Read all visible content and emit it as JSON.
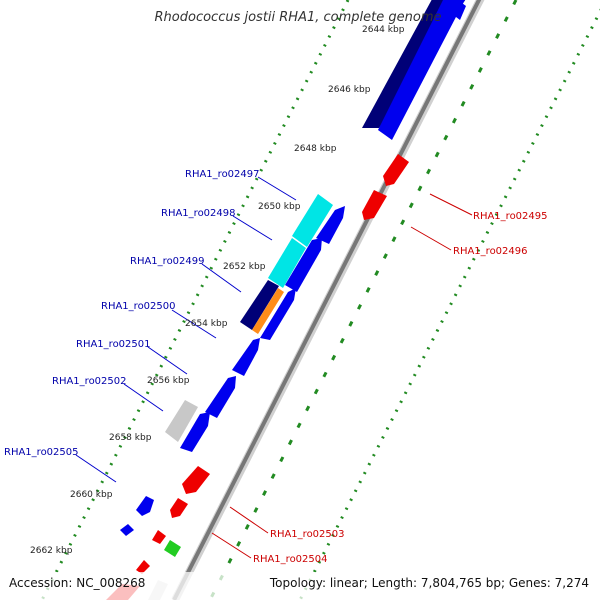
{
  "title": "Rhodococcus jostii RHA1, complete genome",
  "footer": {
    "accession": "Accession: NC_008268",
    "topology": "Topology: linear; Length: 7,804,765 bp; Genes: 7,274"
  },
  "scale_labels": [
    "2644 kbp",
    "2646 kbp",
    "2648 kbp",
    "2650 kbp",
    "2652 kbp",
    "2654 kbp",
    "2656 kbp",
    "2658 kbp",
    "2660 kbp",
    "2662 kbp"
  ],
  "genes_left": [
    {
      "label": "RHA1_ro02497",
      "color": "#0000aa"
    },
    {
      "label": "RHA1_ro02498",
      "color": "#0000aa"
    },
    {
      "label": "RHA1_ro02499",
      "color": "#0000aa"
    },
    {
      "label": "RHA1_ro02500",
      "color": "#0000aa"
    },
    {
      "label": "RHA1_ro02501",
      "color": "#0000aa"
    },
    {
      "label": "RHA1_ro02502",
      "color": "#0000aa"
    },
    {
      "label": "RHA1_ro02505",
      "color": "#0000aa"
    }
  ],
  "genes_right": [
    {
      "label": "RHA1_ro02495",
      "color": "#cc0000"
    },
    {
      "label": "RHA1_ro02496",
      "color": "#cc0000"
    },
    {
      "label": "RHA1_ro02503",
      "color": "#cc0000"
    },
    {
      "label": "RHA1_ro02504",
      "color": "#cc0000"
    }
  ],
  "colors": {
    "forward": "#0000ee",
    "forward_dark": "#000077",
    "reverse": "#ee0000",
    "cyan": "#00e5e5",
    "orange": "#ff8c1a",
    "grey": "#c8c8c8",
    "green": "#22cc22",
    "backbone": "#888888",
    "gc_dots": "#228b22",
    "scale_ticks": "#228b22"
  }
}
